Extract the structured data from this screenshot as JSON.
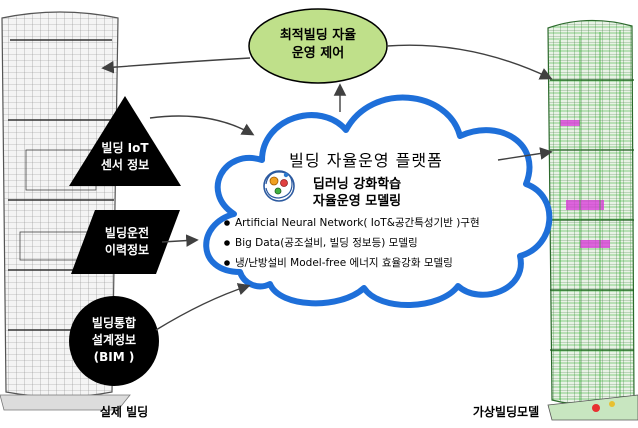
{
  "top_node": {
    "line1": "최적빌딩 자율",
    "line2": "운영 제어",
    "fill": "#bfe08a",
    "stroke": "#000000"
  },
  "cloud": {
    "title": "빌딩 자율운영 플랫폼",
    "subtitle_line1": "딥러닝 강화학습",
    "subtitle_line2": "자율운영 모델링",
    "bullets": [
      "Artificial Neural Network( IoT&공간특성기반 )구현",
      "Big Data(공조설비, 빌딩 정보등) 모델링",
      "냉/난방설비 Model-free 에너지 효율강화 모델링"
    ],
    "stroke": "#1e6fd9"
  },
  "left_inputs": [
    {
      "line1": "빌딩 IoT",
      "line2": "센서 정보",
      "shape": "triangle"
    },
    {
      "line1": "빌딩운전",
      "line2": "이력정보",
      "shape": "parallelogram"
    },
    {
      "line1": "빌딩통합",
      "line2": "설계정보",
      "line3": "(BIM )",
      "shape": "circle"
    }
  ],
  "left_building": {
    "caption": "실제 빌딩"
  },
  "right_building": {
    "caption": "가상빌딩모델"
  },
  "icons": {
    "brain": "brain-gears-icon"
  },
  "colors": {
    "dark_shape": "#000000",
    "arrow": "#404040"
  }
}
